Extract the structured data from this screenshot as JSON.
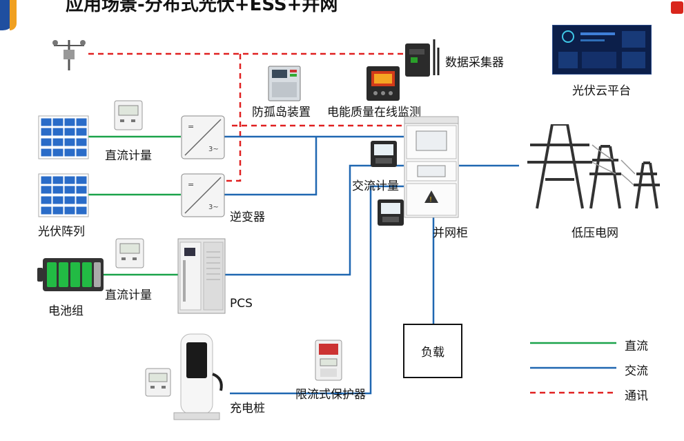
{
  "title": "应用场景-分布式光伏+ESS+并网",
  "labels": {
    "data_collector": "数据采集器",
    "pv_cloud": "光伏云平台",
    "anti_islanding": "防孤岛装置",
    "power_quality": "电能质量在线监测",
    "dc_meter_top": "直流计量",
    "ac_meter": "交流计量",
    "pv_array": "光伏阵列",
    "inverter": "逆变器",
    "grid_cabinet": "并网柜",
    "low_voltage_grid": "低压电网",
    "dc_meter_bottom": "直流计量",
    "battery": "电池组",
    "pcs": "PCS",
    "load": "负载",
    "current_limiter": "限流式保护器",
    "charger": "充电桩"
  },
  "legend": [
    {
      "label": "直流",
      "color": "#1aa34a",
      "style": "solid"
    },
    {
      "label": "交流",
      "color": "#1f67b1",
      "style": "solid"
    },
    {
      "label": "通讯",
      "color": "#e02020",
      "style": "dashed"
    }
  ]
}
